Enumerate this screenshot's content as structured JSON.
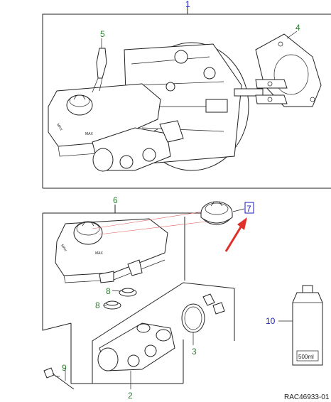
{
  "labels": {
    "l1": "1",
    "l2": "2",
    "l3": "3",
    "l4": "4",
    "l5": "5",
    "l6": "6",
    "l7": "7",
    "l8a": "8",
    "l8b": "8",
    "l9": "9",
    "l10": "10"
  },
  "bottle_text": "500ml",
  "reference_code": "RAC46933-01",
  "colors": {
    "callout_blue": "#1a1ab8",
    "callout_green": "#2f7d32",
    "highlight_red": "#e0302a"
  }
}
